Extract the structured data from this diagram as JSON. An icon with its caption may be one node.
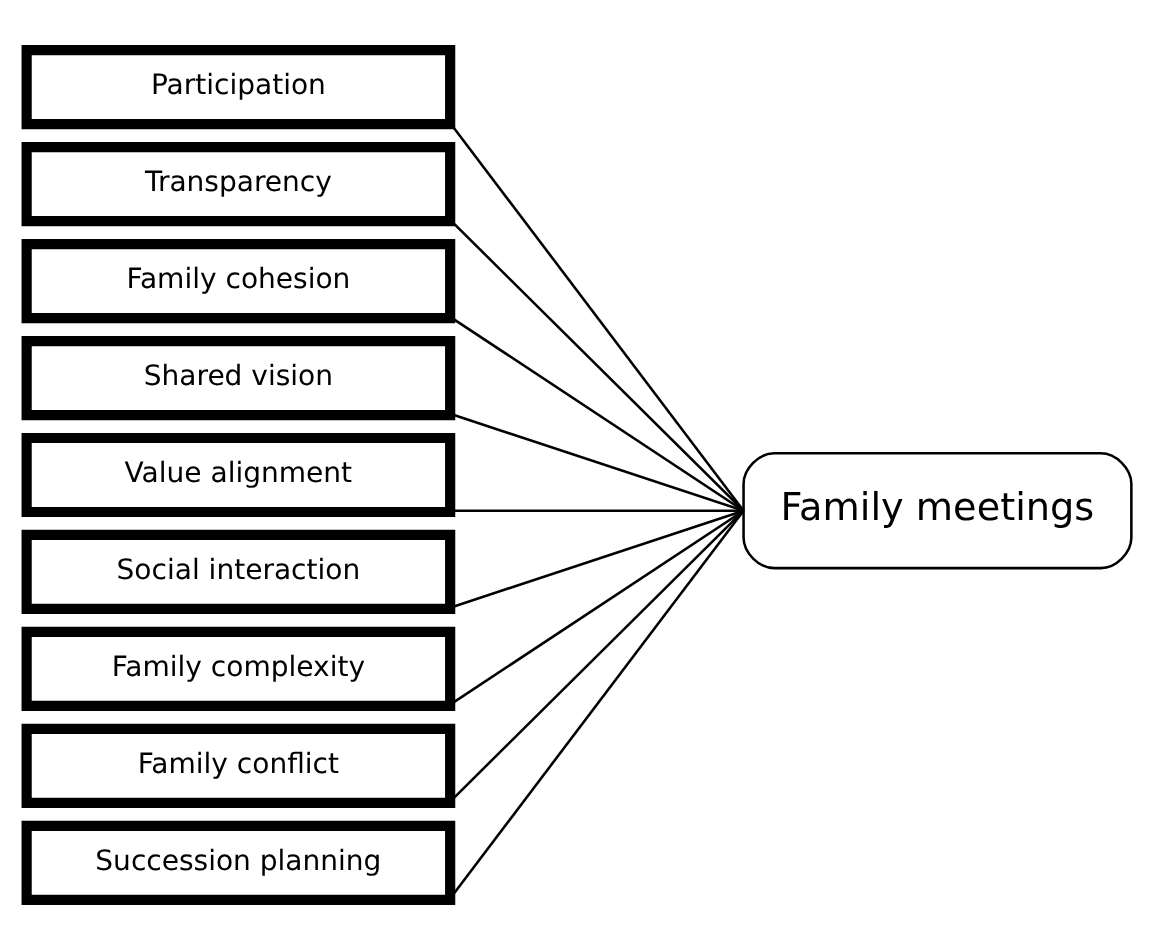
{
  "diagram": {
    "nodes": [
      {
        "text": [
          "Participation"
        ]
      },
      {
        "text": [
          "Transparency"
        ]
      },
      {
        "text": [
          "Family cohesion"
        ]
      },
      {
        "text": [
          "Shared vision"
        ]
      },
      {
        "text": [
          "Value alignment"
        ]
      },
      {
        "text": [
          "Social interaction"
        ]
      },
      {
        "text": [
          "Family complexity"
        ]
      },
      {
        "text": [
          "Family conflict"
        ]
      },
      {
        "text": [
          "Succession planning"
        ]
      },
      {
        "text": [
          "Family meetings"
        ]
      }
    ],
    "edges": [
      {
        "from": 0,
        "to": 9,
        "arrow": "none"
      },
      {
        "from": 1,
        "to": 9,
        "arrow": "none"
      },
      {
        "from": 2,
        "to": 9,
        "arrow": "none"
      },
      {
        "from": 3,
        "to": 9,
        "arrow": "none"
      },
      {
        "from": 4,
        "to": 9,
        "arrow": "none"
      },
      {
        "from": 5,
        "to": 9,
        "arrow": "none"
      },
      {
        "from": 6,
        "to": 9,
        "arrow": "none"
      },
      {
        "from": 7,
        "to": 9,
        "arrow": "none"
      },
      {
        "from": 8,
        "to": 9,
        "arrow": "none"
      }
    ]
  }
}
